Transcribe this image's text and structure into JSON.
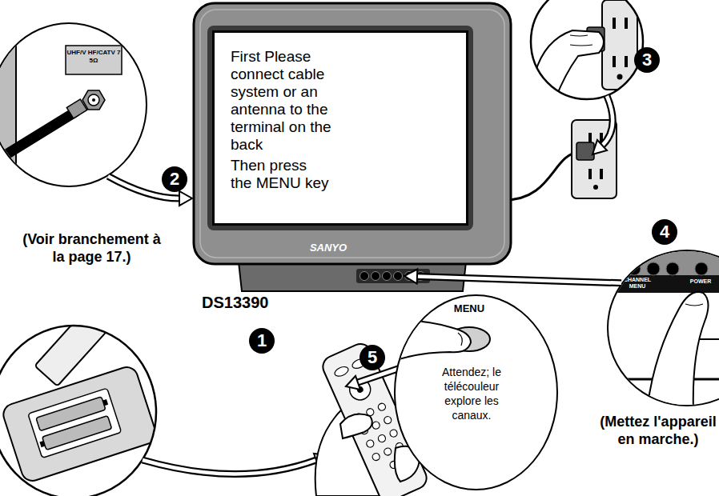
{
  "diagram": {
    "nodes": [
      {
        "text": [
          "SANYO"
        ]
      },
      {
        "text": [
          "First Please connect cable system or an antenna to the terminal on the back",
          "Then press the MENU key"
        ],
        "in": 0
      },
      {
        "text": [
          "UHF/V HF/CATV 7 5Ω"
        ]
      },
      {
        "text": [
          "CHANNEL MENU",
          "POWER"
        ]
      },
      {
        "text": [
          "MENU",
          "Attendez; le télécouleur explore les canaux."
        ]
      }
    ],
    "edges": [
      {
        "from": 2,
        "to": 0,
        "arrow": "to"
      },
      {
        "from": 3,
        "to": 0,
        "arrow": "to"
      }
    ],
    "labels": [
      "3",
      "2",
      "(Voir branchement à la page 17.)",
      "DS13390",
      "4",
      "1",
      "5",
      "(Mettez l'appareil en marche.)"
    ]
  }
}
